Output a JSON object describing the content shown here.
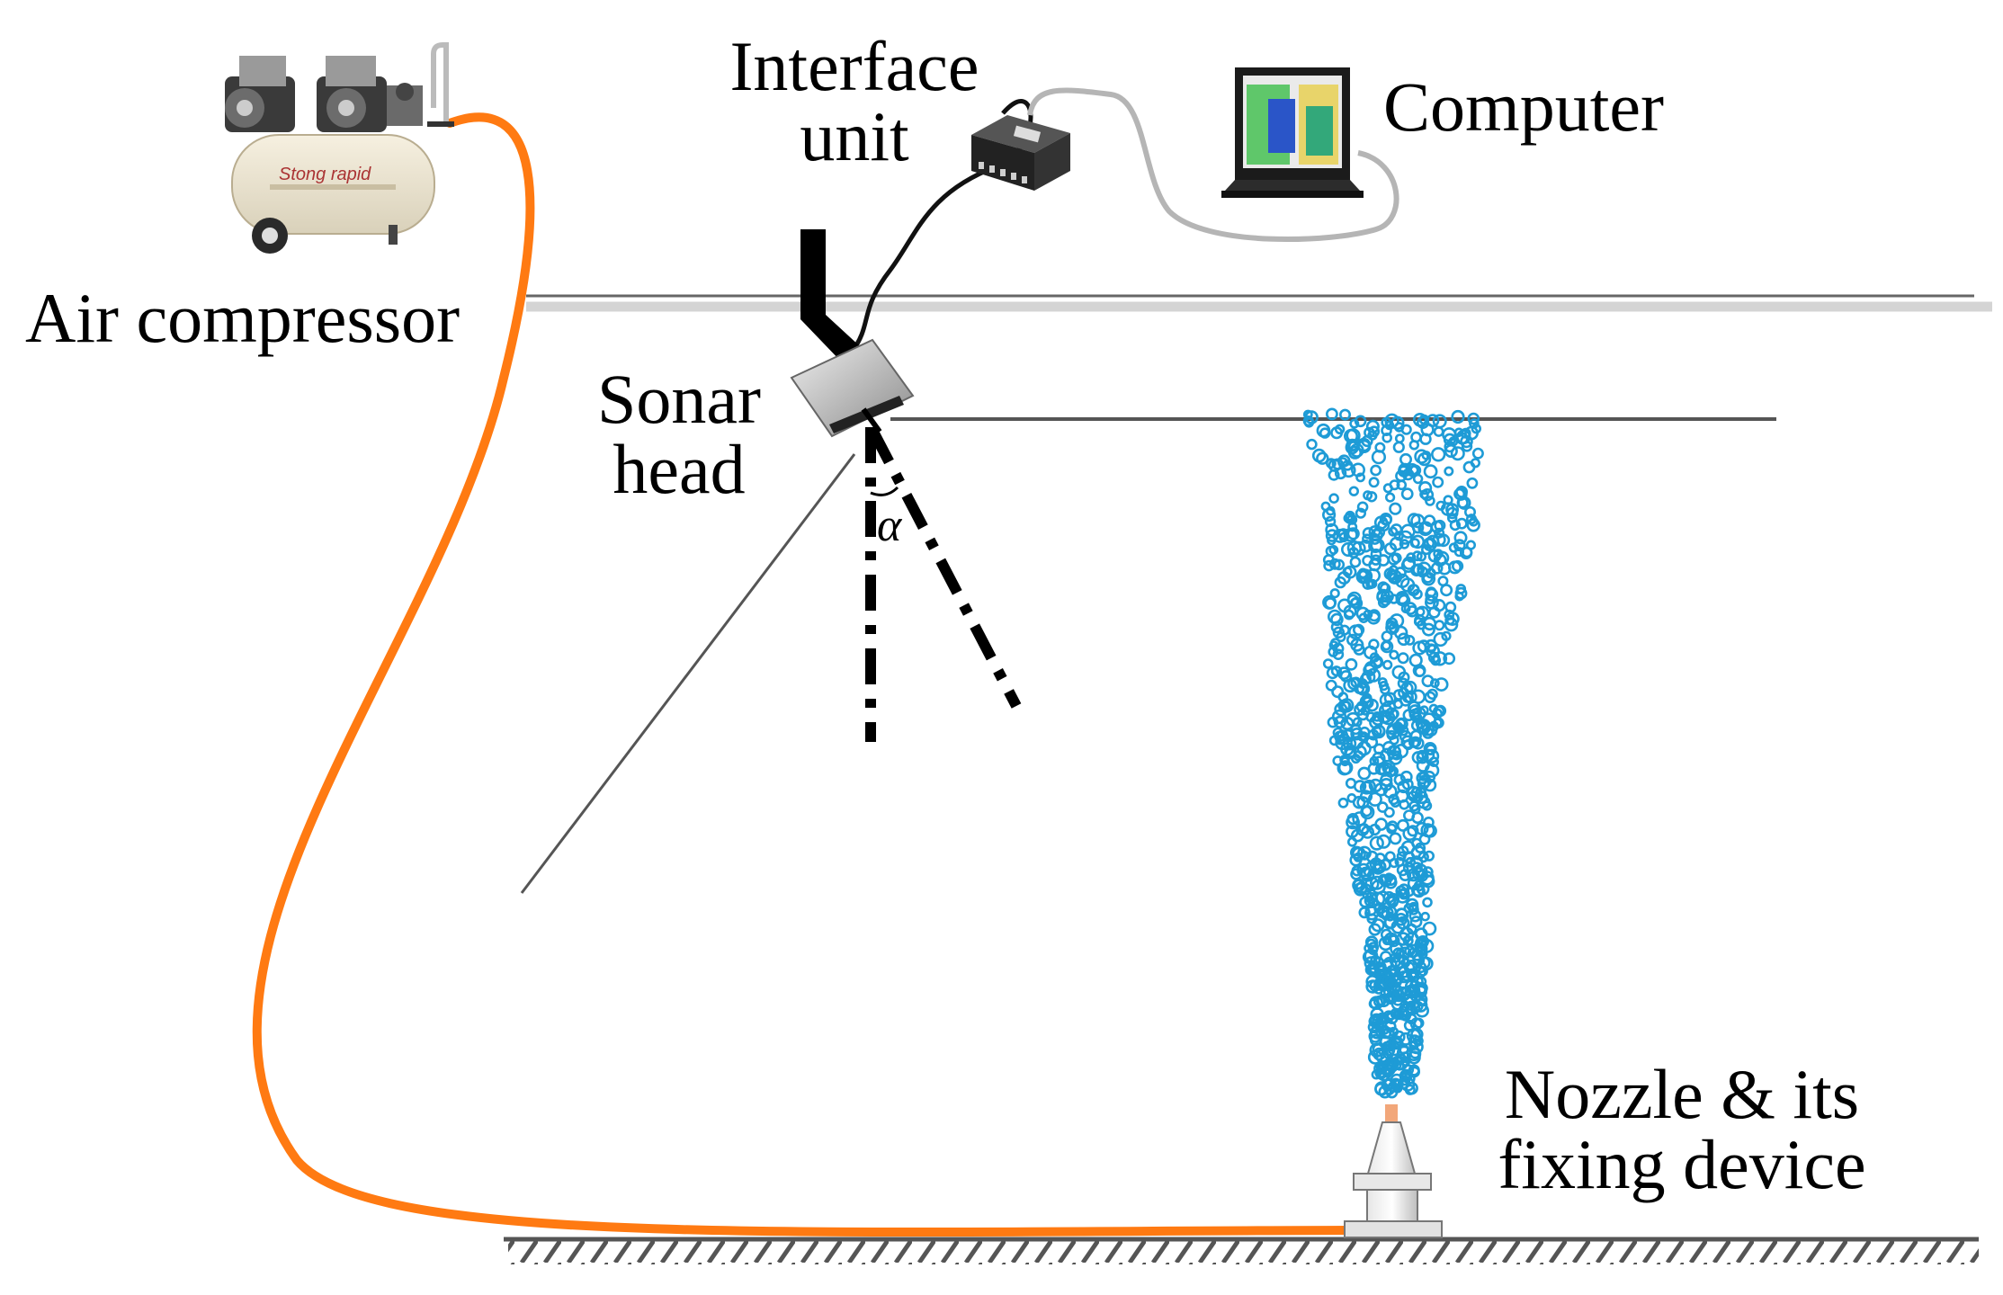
{
  "labels": {
    "air_compressor": "Air compressor",
    "interface_unit_line1": "Interface",
    "interface_unit_line2": "unit",
    "computer": "Computer",
    "sonar_head_line1": "Sonar",
    "sonar_head_line2": "head",
    "angle_symbol": "α",
    "nozzle_line1": "Nozzle & its",
    "nozzle_line2": "fixing device"
  },
  "compressor_brand": "Stong rapid",
  "colors": {
    "air_hose": "#ff7a12",
    "bubbles": "#1e9bd6",
    "cable_interface": "#111111",
    "cable_computer": "#b5b5b5",
    "water_surface": "#d0d0d0",
    "lines": "#555555"
  }
}
